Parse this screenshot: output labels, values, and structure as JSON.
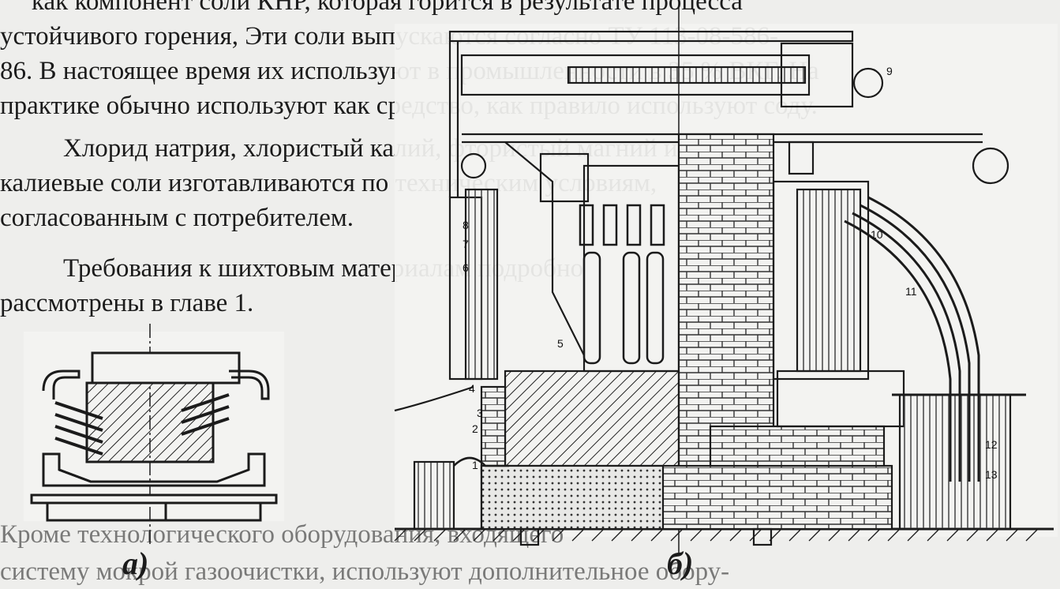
{
  "text_lines": [
    "как компонент соли КНР, которая горится в результате процесса",
    "устойчивого горения, Эти соли выпускаются согласно ТУ 113-08-586-",
    "86. В настоящее время их используют в промышленности в 35 % ВКГ. На",
    "практике обычно используют как средство, как правило используют соду.",
    "Хлорид натрия, хлористый калий, фтористый магний и",
    "калиевые соли изготавливаются по техническим условиям,",
    "согласованным с потребителем.",
    "Требования к шихтовым материалам подробно",
    "рассмотрены в главе 1."
  ],
  "bottom_lines": [
    "Кроме технологического оборудования, входящего",
    "систему мокрой газоочистки, используют дополнительное обору-"
  ],
  "figure": {
    "captions": {
      "a": "а)",
      "b": "б)"
    },
    "labels": [
      "1",
      "2",
      "3",
      "4",
      "5",
      "6",
      "7",
      "8",
      "9",
      "10",
      "11",
      "12",
      "13"
    ]
  }
}
